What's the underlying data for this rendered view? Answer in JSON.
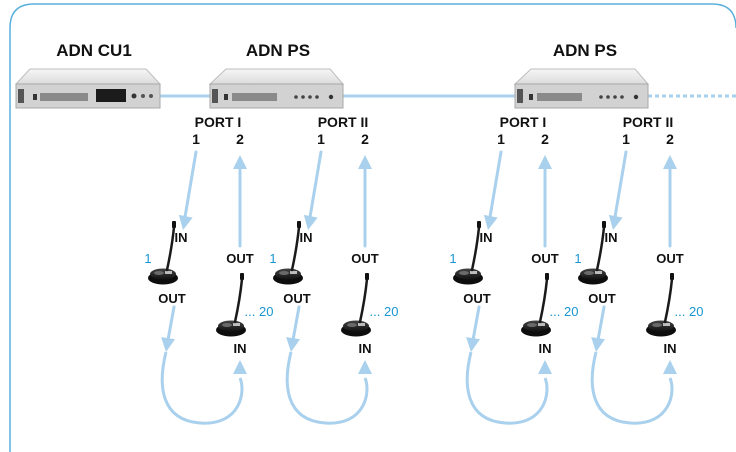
{
  "colors": {
    "frame": "#5ab0dc",
    "cable": "#a9d0ec",
    "device_top": "#eeeeee",
    "device_front": "#d2d2d2",
    "index_text": "#1a96d2"
  },
  "devices": {
    "cu": {
      "label": "ADN CU1"
    },
    "ps1": {
      "label": "ADN PS"
    },
    "ps2": {
      "label": "ADN PS"
    }
  },
  "ports": [
    {
      "label": "PORT I",
      "left": "1",
      "right": "2"
    },
    {
      "label": "PORT II",
      "left": "1",
      "right": "2"
    },
    {
      "label": "PORT I",
      "left": "1",
      "right": "2"
    },
    {
      "label": "PORT II",
      "left": "1",
      "right": "2"
    }
  ],
  "chain": {
    "in_label": "IN",
    "out_label": "OUT",
    "first_index": "1",
    "last_index": "... 20"
  },
  "icons": [
    "device-unit-icon",
    "conference-microphone-icon",
    "flow-arrow-icon"
  ]
}
